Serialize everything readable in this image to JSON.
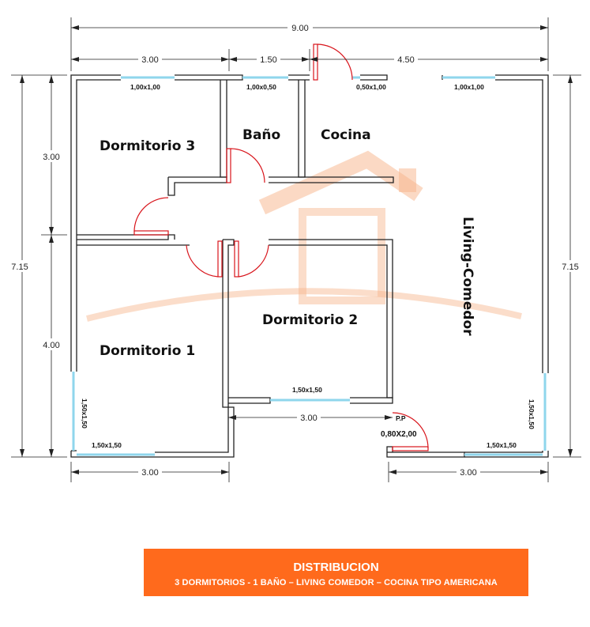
{
  "dimensions": {
    "total_width": "9.00",
    "top_dormitorio3": "3.00",
    "top_bano": "1.50",
    "top_cocina": "4.50",
    "left_total": "7.15",
    "left_upper": "3.00",
    "left_lower": "4.00",
    "right_total": "7.15",
    "inner_dormitorio2": "3.00",
    "bottom_left": "3.00",
    "bottom_right": "3.00"
  },
  "windows": {
    "dormitorio3_top": "1,00x1,00",
    "bano_top": "1,00x0,50",
    "cocina_small": "0,50x1,00",
    "cocina_top": "1,00x1,00",
    "dormitorio2_bottom": "1,50x1,50",
    "dormitorio1_left": "1,50x1,50",
    "dormitorio1_bottom": "1,50x1,50",
    "living_right": "1,50x1,50",
    "living_bottom": "1,50x1,50"
  },
  "door_main": {
    "label": "P.P",
    "size": "0,80X2,00"
  },
  "rooms": {
    "dormitorio3": "Dormitorio 3",
    "bano": "Baño",
    "cocina": "Cocina",
    "dormitorio2": "Dormitorio 2",
    "dormitorio1": "Dormitorio 1",
    "living": "Living-Comedor"
  },
  "banner": {
    "title": "DISTRIBUCION",
    "subtitle": "3 DORMITORIOS  - 1 BAÑO – LIVING COMEDOR – COCINA TIPO AMERICANA",
    "background": "#ff6a1c"
  },
  "colors": {
    "walls": "#222222",
    "windows": "#8fd6ec",
    "doors": "#d8141b",
    "watermark": "#f7b48a"
  }
}
